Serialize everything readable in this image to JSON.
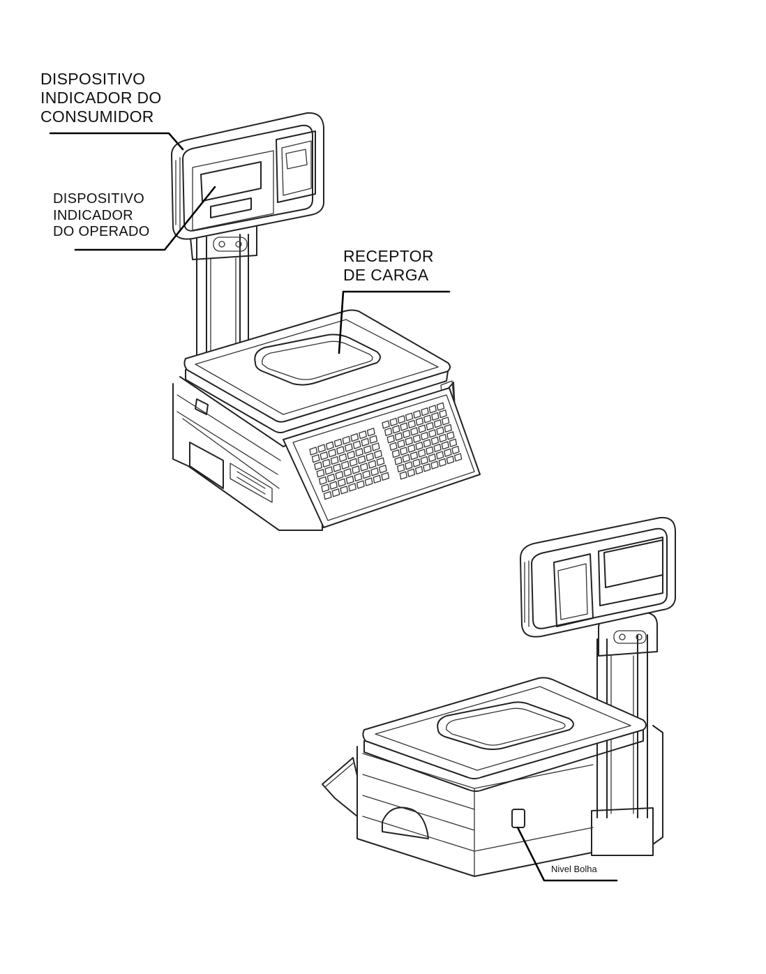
{
  "labels": {
    "consumer_display": [
      "DISPOSITIVO",
      "INDICADOR DO",
      "CONSUMIDOR"
    ],
    "operator_display": [
      "DISPOSITIVO",
      "INDICADOR",
      "DO OPERADO"
    ],
    "load_receptor": [
      "RECEPTOR",
      "DE CARGA"
    ],
    "bubble_level": "Nivel Bolha"
  }
}
